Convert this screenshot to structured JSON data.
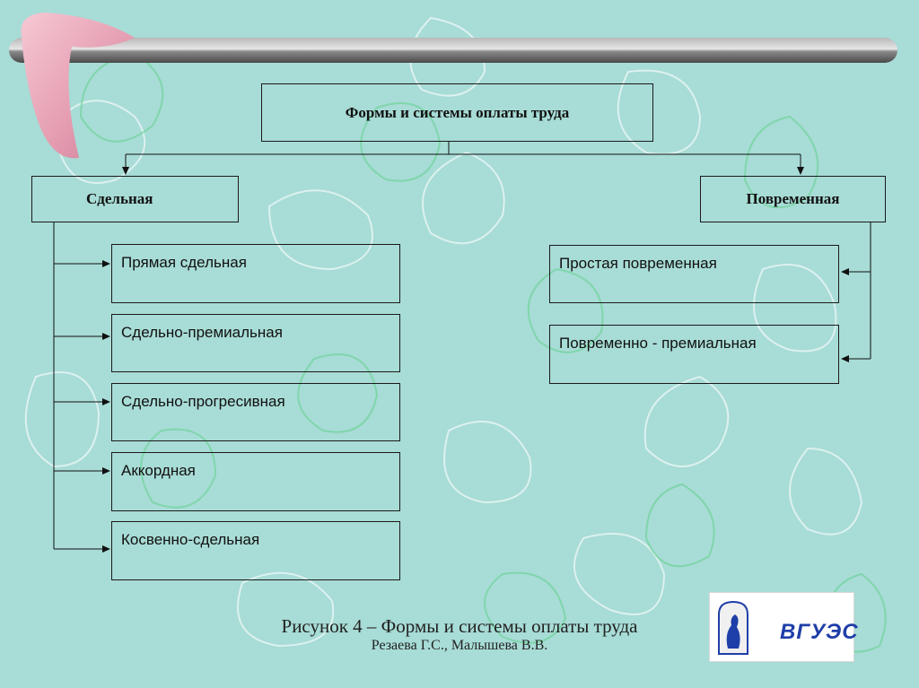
{
  "diagram": {
    "title": "Формы и системы оплаты труда",
    "left_branch": {
      "label": "Сдельная",
      "items": [
        "Прямая сдельная",
        "Сдельно-премиальная",
        "Сдельно-прогресивная",
        "Аккордная",
        "Косвенно-сдельная"
      ]
    },
    "right_branch": {
      "label": "Повременная",
      "items": [
        "Простая повременная",
        "Повременно - премиальная"
      ]
    }
  },
  "caption": {
    "title": "Рисунок 4 – Формы и системы оплаты труда",
    "authors": "Резаева Г.С., Малышева В.В."
  },
  "logo": {
    "text": "ВГУЭС"
  },
  "colors": {
    "background": "#a8dcd6",
    "swirl_white": "#ffffff",
    "swirl_green": "#6fd39a",
    "boomerang_pink": "#e9a6b8",
    "bar_gray": "#6a6a6a"
  }
}
